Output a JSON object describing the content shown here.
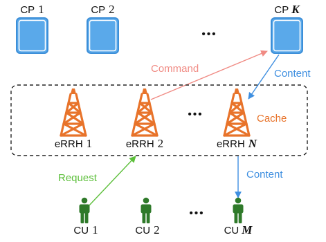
{
  "colors": {
    "cp_fill": "#5aa9ea",
    "cp_stroke": "#3d8fd8",
    "tower": "#e8732a",
    "user": "#2f7a2a",
    "command": "#f08b84",
    "content": "#3f8fe0",
    "request": "#5cbf3a",
    "text": "#111111"
  },
  "content_providers": {
    "items": [
      {
        "prefix": "CP",
        "index": "1",
        "var": ""
      },
      {
        "prefix": "CP",
        "index": "2",
        "var": ""
      },
      {
        "prefix": "CP",
        "index": "",
        "var": "K"
      }
    ],
    "ellipsis": "• • •"
  },
  "errh": {
    "items": [
      {
        "prefix": "eRRH",
        "index": "1",
        "var": ""
      },
      {
        "prefix": "eRRH",
        "index": "2",
        "var": ""
      },
      {
        "prefix": "eRRH",
        "index": "",
        "var": "N"
      }
    ],
    "ellipsis": "• • •",
    "cache_label": "Cache"
  },
  "users": {
    "items": [
      {
        "prefix": "CU",
        "index": "1",
        "var": ""
      },
      {
        "prefix": "CU",
        "index": "2",
        "var": ""
      },
      {
        "prefix": "CU",
        "index": "",
        "var": "M"
      }
    ],
    "ellipsis": "• • •"
  },
  "links": {
    "command": "Command",
    "content_top": "Content",
    "content_bottom": "Content",
    "request": "Request"
  }
}
